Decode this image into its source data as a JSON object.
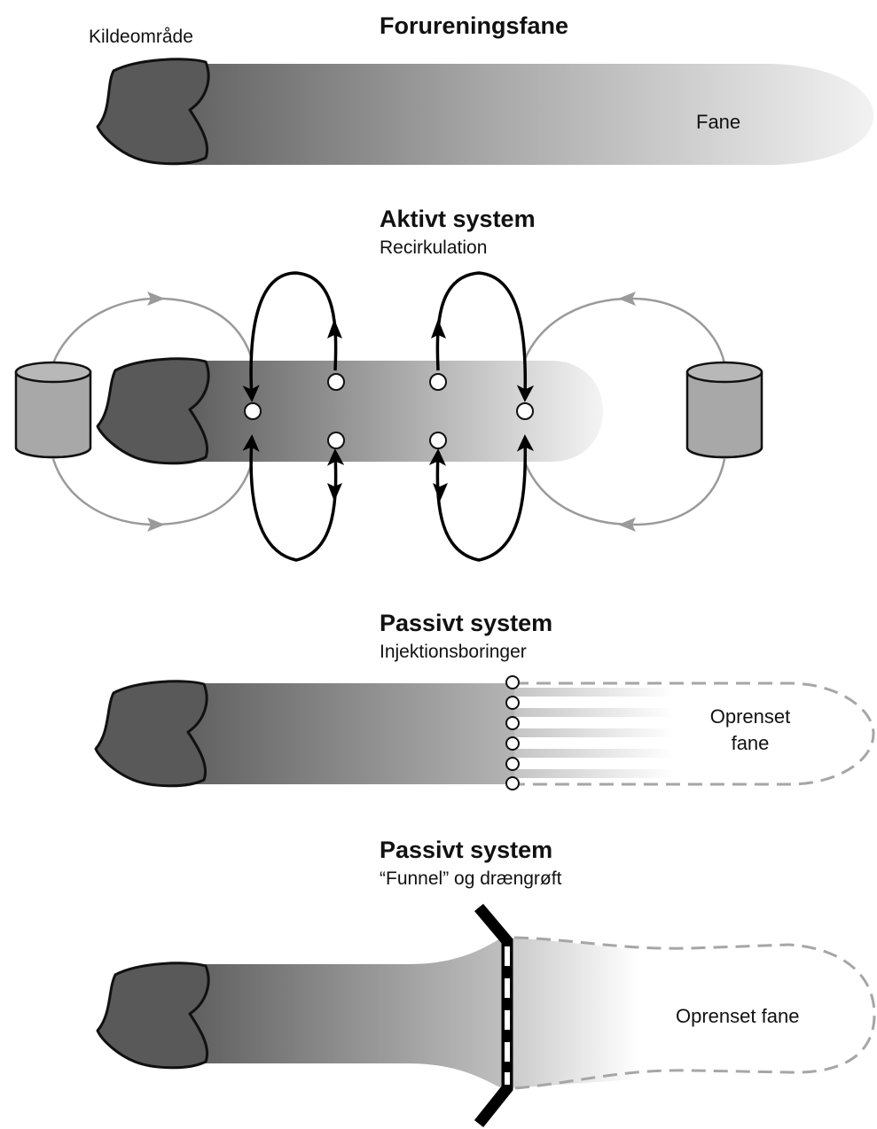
{
  "panel1": {
    "title": "Forureningsfane",
    "source_label": "Kildeområde",
    "plume_label": "Fane"
  },
  "panel2": {
    "title": "Aktivt system",
    "subtitle": "Recirkulation"
  },
  "panel3": {
    "title": "Passivt system",
    "subtitle": "Injektionsboringer",
    "label_line1": "Oprenset",
    "label_line2": "fane"
  },
  "panel4": {
    "title": "Passivt system",
    "subtitle": "“Funnel” og drængrøft",
    "label": "Oprenset fane"
  },
  "colors": {
    "source_fill": "#595959",
    "plume_dark": "#5f5f5f",
    "plume_light": "#f0f0f0",
    "black_arrow": "#000000",
    "gray_arrow": "#9a9a9a",
    "dashed_outline": "#a6a6a6"
  }
}
